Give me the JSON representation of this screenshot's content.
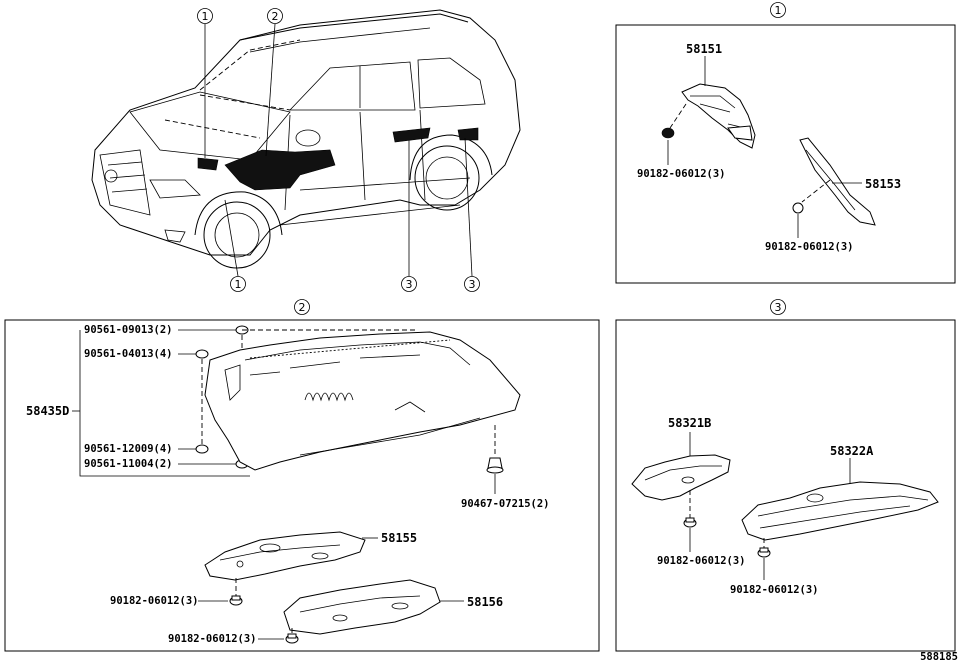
{
  "callouts": {
    "c1": "1",
    "c2": "2",
    "c3": "3"
  },
  "panel1": {
    "title_num": "1",
    "parts": {
      "p58151": "58151",
      "p58153": "58153"
    },
    "clips": {
      "a": "90182-06012(3)",
      "b": "90182-06012(3)"
    }
  },
  "panel2": {
    "title_num": "2",
    "assembly": "58435D",
    "clips": {
      "c09013": "90561-09013(2)",
      "c04013": "90561-04013(4)",
      "c12009": "90561-12009(4)",
      "c11004": "90561-11004(2)",
      "c07215": "90467-07215(2)",
      "c06012a": "90182-06012(3)",
      "c06012b": "90182-06012(3)"
    },
    "parts": {
      "p58155": "58155",
      "p58156": "58156"
    }
  },
  "panel3": {
    "title_num": "3",
    "parts": {
      "p58321B": "58321B",
      "p58322A": "58322A"
    },
    "clips": {
      "a": "90182-06012(3)",
      "b": "90182-06012(3)"
    }
  },
  "footer": {
    "diagram_id": "588185"
  }
}
